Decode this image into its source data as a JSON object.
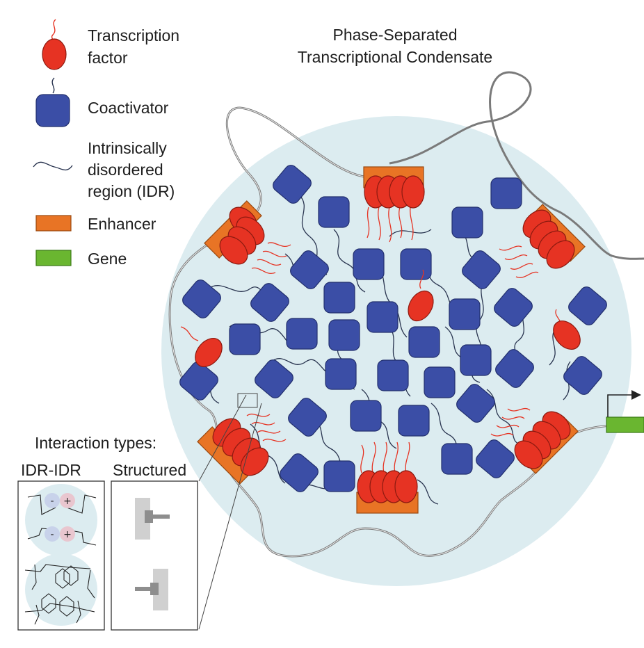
{
  "title": {
    "line1": "Phase-Separated",
    "line2": "Transcriptional Condensate"
  },
  "legend": {
    "transcription_factor": {
      "line1": "Transcription",
      "line2": "factor",
      "color": "#e63323"
    },
    "coactivator": {
      "label": "Coactivator",
      "color": "#3b4ea6"
    },
    "idr": {
      "line1": "Intrinsically",
      "line2": "disordered",
      "line3": "region (IDR)"
    },
    "enhancer": {
      "label": "Enhancer",
      "color": "#e87425"
    },
    "gene": {
      "label": "Gene",
      "color": "#6ab630"
    }
  },
  "interaction": {
    "heading": "Interaction types:",
    "idr_idr_label": "IDR-IDR",
    "structured_label": "Structured",
    "minus": "-",
    "plus": "+"
  },
  "colors": {
    "condensate": "#dcecf0",
    "coactivator_stroke": "#23306e",
    "tf_stroke": "#8c1a10",
    "enhancer_stroke": "#9a4a10",
    "dna": "#7a7a7a",
    "minus_bubble": "#c8d2ea",
    "plus_bubble": "#e9c6cf",
    "structured_gray": "#d0d0d0",
    "structured_dark": "#8e8e8e"
  }
}
